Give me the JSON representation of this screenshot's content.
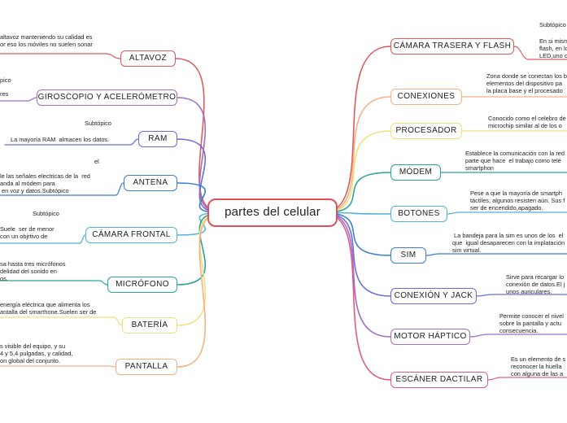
{
  "central": {
    "label": "partes del celular"
  },
  "left_topics": [
    {
      "id": "altavoz",
      "label": "ALTAVOZ",
      "color": "#e05a5a",
      "notes": [
        {
          "id": "altavoz-text",
          "lines": [
            "altavoz manteniendo su calidad es",
            "or eso los móviles no suelen sonar"
          ]
        }
      ]
    },
    {
      "id": "giroscopio",
      "label": "GIROSCOPIO Y ACELERÓMETRO",
      "color": "#a56cc1",
      "notes": [
        {
          "id": "giroscopio-sub",
          "lines": [
            "pico"
          ]
        },
        {
          "id": "giroscopio-text",
          "lines": [
            "res"
          ]
        }
      ]
    },
    {
      "id": "ram",
      "label": "RAM",
      "color": "#6a6de0",
      "notes": [
        {
          "id": "ram-sub",
          "lines": [
            "Subtópico"
          ]
        },
        {
          "id": "ram-text",
          "lines": [
            "La mayoría RAM  almacen los datos."
          ]
        }
      ]
    },
    {
      "id": "antena",
      "label": "ANTENA",
      "color": "#3a7fd0",
      "notes": [
        {
          "id": "antena-sub",
          "lines": [
            "el"
          ]
        },
        {
          "id": "antena-text",
          "lines": [
            "le las señales electricas de la  red",
            "anda al módem para",
            " en voz y datos.Subtópico"
          ]
        }
      ]
    },
    {
      "id": "camara-frontal",
      "label": "CÁMARA FRONTAL",
      "color": "#4fb5d9",
      "notes": [
        {
          "id": "camara-frontal-sub",
          "lines": [
            "Subtópico"
          ]
        },
        {
          "id": "camara-frontal-text",
          "lines": [
            "Suele  ser de menor",
            "con un objrtivo de"
          ]
        }
      ]
    },
    {
      "id": "microfono",
      "label": "MICRÓFONO",
      "color": "#2aa59a",
      "notes": [
        {
          "id": "microfono-text",
          "lines": [
            "sa hasta tres micrófonos",
            "delidad del sonido en",
            "os."
          ]
        }
      ]
    },
    {
      "id": "bateria",
      "label": "BATERÍA",
      "color": "#f2df7e",
      "notes": [
        {
          "id": "bateria-text",
          "lines": [
            "energía eléctrica que alimenta los",
            "antalla del smarthone.Suelen ser de"
          ]
        }
      ]
    },
    {
      "id": "pantalla",
      "label": "PANTALLA",
      "color": "#f5b183",
      "notes": [
        {
          "id": "pantalla-text",
          "lines": [
            "s visible del equipo, y su",
            "4 y 5,4 pulgadas, y calidad,",
            "on global del conjunto."
          ]
        }
      ]
    }
  ],
  "right_topics": [
    {
      "id": "camara-trasera",
      "label": "CÁMARA TRASERA Y FLASH",
      "color": "#e05a5a",
      "notes": [
        {
          "id": "camara-trasera-sub",
          "lines": [
            "Subtópico"
          ]
        },
        {
          "id": "camara-trasera-text",
          "lines": [
            "En si mism",
            "flash, en lo",
            "LED,uno o"
          ]
        }
      ]
    },
    {
      "id": "conexiones",
      "label": "CONEXIONES",
      "color": "#f5b183",
      "notes": [
        {
          "id": "conexiones-text",
          "lines": [
            "Zona donde se conectan los b",
            "elementos del dispositivo pa",
            "la placa base y el procesado"
          ]
        }
      ]
    },
    {
      "id": "procesador",
      "label": "PROCESADOR",
      "color": "#f2df7e",
      "notes": [
        {
          "id": "procesador-text",
          "lines": [
            "Conocido como el celebro de",
            "microchip similar al de los o"
          ]
        }
      ]
    },
    {
      "id": "modem",
      "label": "MÓDEM",
      "color": "#2aa59a",
      "notes": [
        {
          "id": "modem-text",
          "lines": [
            "Establece la comunicación con la red",
            "parte que hace  el trabajo como telé",
            "smartphon"
          ]
        }
      ]
    },
    {
      "id": "botones",
      "label": "BOTONES",
      "color": "#4fb5d9",
      "notes": [
        {
          "id": "botones-text",
          "lines": [
            "Pese a que la mayoría de smartph",
            "táctiles, algunos resisten aún. Sus f",
            "ser de encendido,apagado."
          ]
        }
      ]
    },
    {
      "id": "sim",
      "label": "SIM",
      "color": "#3a7fd0",
      "notes": [
        {
          "id": "sim-text",
          "lines": [
            " La bandeja para la sim es unos de los  el",
            "que  igual desaparecen con la implatación",
            "sim virtual."
          ]
        }
      ]
    },
    {
      "id": "conexion-jack",
      "label": "CONEXIÓN Y JACK",
      "color": "#6a6de0",
      "notes": [
        {
          "id": "conexion-jack-text",
          "lines": [
            "Sirve para recargar lo",
            "conexión de datos.El j",
            "unos auriculares."
          ]
        }
      ]
    },
    {
      "id": "motor-haptico",
      "label": "MOTOR HÁPTICO",
      "color": "#a56cc1",
      "notes": [
        {
          "id": "motor-haptico-text",
          "lines": [
            "Permite conocer el nivel",
            "sobre la pantalla y actu",
            "consecuencia."
          ]
        }
      ]
    },
    {
      "id": "escaner",
      "label": "ESCÁNER DACTILAR",
      "color": "#e05a8a",
      "notes": [
        {
          "id": "escaner-text",
          "lines": [
            "Es un elemento de s",
            "reconocer la huella",
            "con alguna de las a"
          ]
        }
      ]
    }
  ]
}
